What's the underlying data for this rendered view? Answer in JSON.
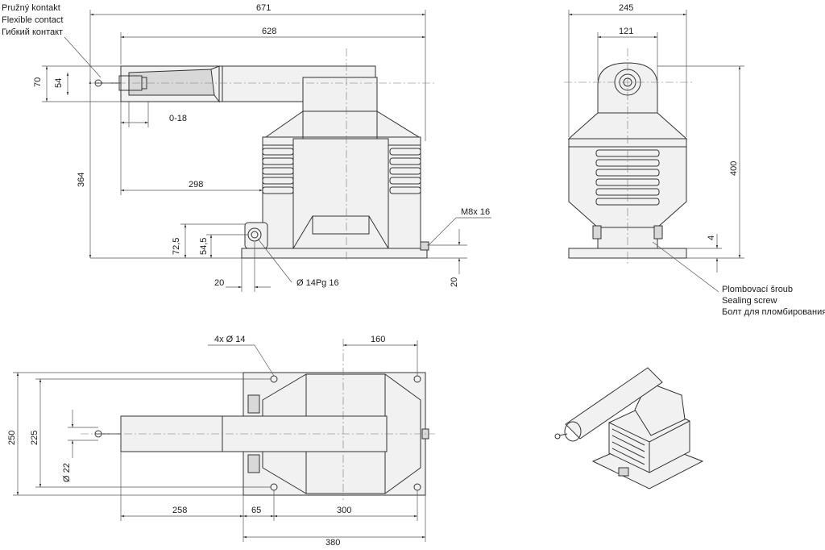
{
  "contact_labels": [
    "Pružný kontakt",
    "Flexible contact",
    "Гибкий контакт"
  ],
  "sealing_labels": [
    "Plombovací šroub",
    "Sealing screw",
    "Болт для пломбирования"
  ],
  "dimensions": {
    "top_671": "671",
    "top_628": "628",
    "left_70": "70",
    "left_54": "54",
    "range_0_18": "0-18",
    "height_364": "364",
    "width_298": "298",
    "thread_m8x16": "M8x 16",
    "height_72_5": "72,5",
    "height_54_5": "54,5",
    "offset_20_left": "20",
    "hole_14pg16": "Ø 14Pg 16",
    "offset_20_right": "20",
    "side_245": "245",
    "side_121": "121",
    "side_400": "400",
    "side_4": "4",
    "holes_4x14": "4x Ø 14",
    "plan_160": "160",
    "plan_250": "250",
    "plan_225": "225",
    "plan_dia22": "Ø 22",
    "plan_258": "258",
    "plan_65": "65",
    "plan_300": "300",
    "plan_380": "380"
  },
  "colors": {
    "line": "#333333",
    "fill": "#f1f1f1",
    "shade": "#d8d8d8"
  }
}
